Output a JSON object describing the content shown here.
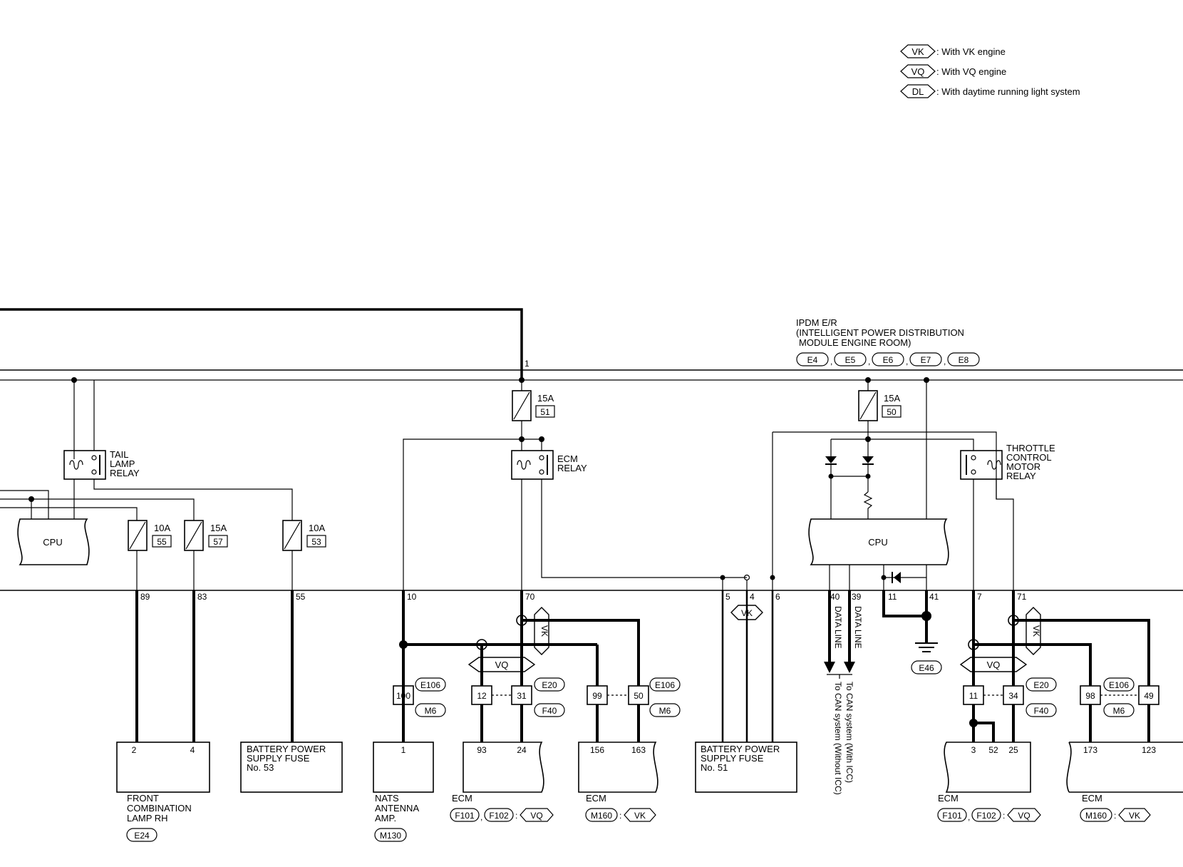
{
  "legend": [
    {
      "code": "VK",
      "text": ": With VK engine"
    },
    {
      "code": "VQ",
      "text": ": With VQ engine"
    },
    {
      "code": "DL",
      "text": ": With daytime running light system"
    }
  ],
  "ipdm": {
    "line1": "IPDM E/R",
    "line2": "(INTELLIGENT POWER DISTRIBUTION",
    "line3": "MODULE ENGINE ROOM)",
    "connectors": [
      "E4",
      "E5",
      "E6",
      "E7",
      "E8"
    ]
  },
  "cpu_label": "CPU",
  "fuses": [
    {
      "amp": "10A",
      "no": "55"
    },
    {
      "amp": "15A",
      "no": "57"
    },
    {
      "amp": "10A",
      "no": "53"
    },
    {
      "amp": "15A",
      "no": "51"
    },
    {
      "amp": "15A",
      "no": "50"
    }
  ],
  "relays": {
    "tail": [
      "TAIL",
      "LAMP",
      "RELAY"
    ],
    "ecm": [
      "ECM",
      "RELAY"
    ],
    "throttle": [
      "THROTTLE",
      "CONTROL",
      "MOTOR",
      "RELAY"
    ]
  },
  "ipdm_pins": [
    "1",
    "89",
    "83",
    "55",
    "10",
    "70",
    "5",
    "4",
    "6",
    "40",
    "39",
    "11",
    "41",
    "7",
    "71"
  ],
  "option_tags": {
    "vk": "VK",
    "vq": "VQ"
  },
  "data_line": "DATA LINE",
  "can_with_icc": "To CAN system (With ICC)",
  "can_without_icc": "To CAN system (Without ICC)",
  "ground": "E46",
  "joint_connectors": {
    "left": {
      "pins": [
        "100",
        "12",
        "31",
        "99",
        "50"
      ],
      "tags": [
        "E106",
        "M6",
        "E20",
        "F40",
        "E106",
        "M6"
      ]
    },
    "right": {
      "pins": [
        "11",
        "34",
        "98",
        "49"
      ],
      "tags": [
        "E20",
        "F40",
        "E106",
        "M6"
      ]
    }
  },
  "components": [
    {
      "name": [
        "FRONT",
        "COMBINATION",
        "LAMP RH"
      ],
      "pins": [
        "2",
        "4"
      ],
      "conn": "E24"
    },
    {
      "name": [
        "BATTERY POWER",
        "SUPPLY FUSE",
        "No. 53"
      ]
    },
    {
      "name": [
        "NATS",
        "ANTENNA",
        "AMP."
      ],
      "pins": [
        "1"
      ],
      "conn": "M130"
    },
    {
      "name": [
        "ECM"
      ],
      "pins": [
        "93",
        "24"
      ],
      "conn": [
        "F101",
        "F102",
        "VQ"
      ]
    },
    {
      "name": [
        "ECM"
      ],
      "pins": [
        "156",
        "163"
      ],
      "conn": [
        "M160",
        "VK"
      ]
    },
    {
      "name": [
        "BATTERY POWER",
        "SUPPLY FUSE",
        "No. 51"
      ]
    },
    {
      "name": [
        "ECM"
      ],
      "pins": [
        "3",
        "52",
        "25"
      ],
      "conn": [
        "F101",
        "F102",
        "VQ"
      ]
    },
    {
      "name": [
        "ECM"
      ],
      "pins": [
        "173",
        "123"
      ],
      "conn": [
        "M160",
        "VK"
      ]
    }
  ]
}
